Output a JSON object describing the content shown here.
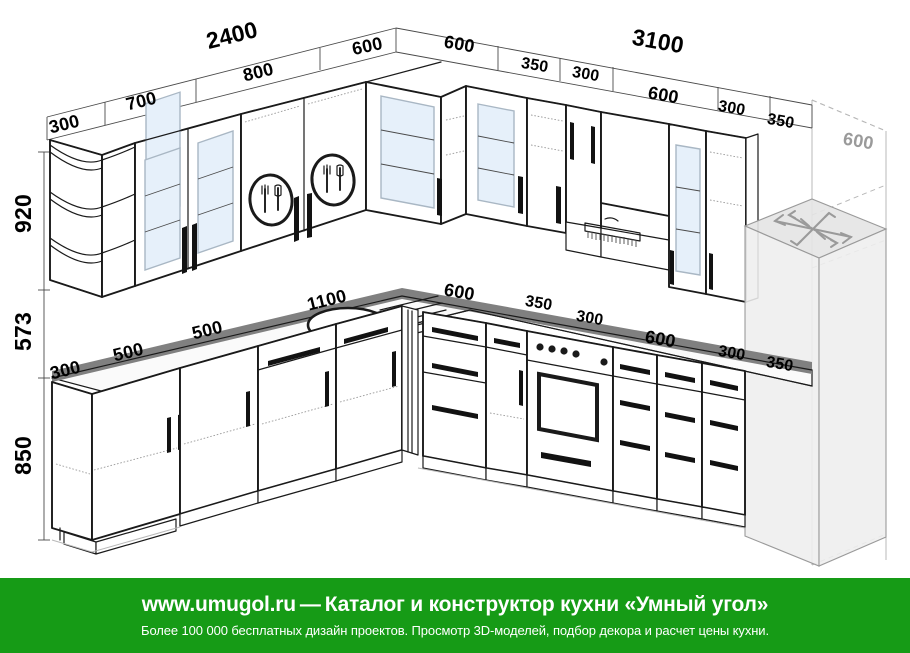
{
  "diagram": {
    "title": "Kitchen corner layout 3D projection",
    "colors": {
      "line": "#1a1a1a",
      "thin_line": "#555555",
      "ghost_line": "#b4b4b4",
      "counter_edge": "#808080",
      "glass": "#e6f0fa",
      "fridge_fill": "#efefef",
      "banner_green": "#169b16",
      "text": "#000000",
      "ghost_text": "#9a9a9a"
    },
    "wall_left": {
      "total": "2400",
      "upper_segments": [
        "300",
        "700",
        "800",
        "600"
      ],
      "lower_segments": [
        "300",
        "500",
        "500",
        "1100"
      ]
    },
    "wall_right": {
      "total": "3100",
      "upper_segments": [
        "600",
        "350",
        "300",
        "600",
        "300",
        "350"
      ],
      "lower_segments": [
        "600",
        "350",
        "300",
        "600",
        "300",
        "350"
      ]
    },
    "fridge_depth": "600",
    "heights": {
      "upper_cabinets": "920",
      "backsplash": "573",
      "base_cabinets": "850"
    },
    "labels": {
      "h_2400": "2400",
      "h_3100": "3100",
      "u_300": "300",
      "u_700": "700",
      "u_800": "800",
      "u_600a": "600",
      "u_600b": "600",
      "u_350a": "350",
      "u_300a": "300",
      "u_600c": "600",
      "u_300b": "300",
      "u_350b": "350",
      "ghost_600": "600",
      "v_920": "920",
      "v_573": "573",
      "v_850": "850",
      "l_300": "300",
      "l_500a": "500",
      "l_500b": "500",
      "l_1100": "1100",
      "l_600a": "600",
      "l_350a": "350",
      "l_300a": "300",
      "l_600b": "600",
      "l_300b": "300",
      "l_350b": "350"
    },
    "appliances": {
      "sink": "sink-basin",
      "hob": "cooktop-four-burner",
      "oven": "built-in-oven",
      "hood": "cooker-hood",
      "fridge": "refrigerator",
      "dish_dryer": "dish-dryer-cabinet"
    }
  },
  "banner": {
    "site": "www.umugol.ru",
    "dash": "—",
    "tagline": "Каталог и конструктор кухни «Умный угол»",
    "subtitle": "Более 100 000 бесплатных дизайн проектов. Просмотр 3D-моделей, подбор декора и расчет цены кухни."
  }
}
